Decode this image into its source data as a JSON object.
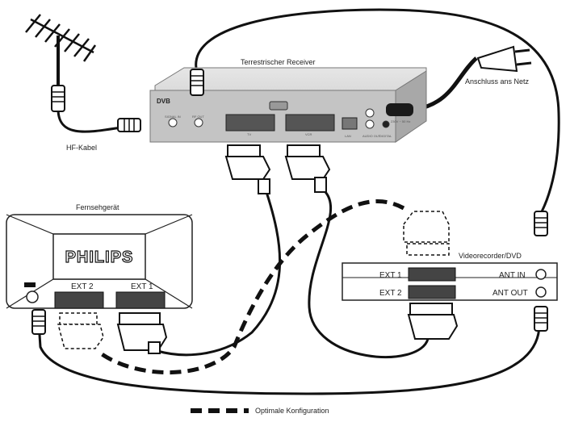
{
  "labels": {
    "receiver": "Terrestrischer Receiver",
    "mains": "Anschluss ans Netz",
    "hf_cable": "HF-Kabel",
    "tv": "Fernsehgerät",
    "vcr": "Videorecorder/DVD",
    "tv_ext2": "EXT 2",
    "tv_ext1": "EXT 1",
    "vcr_ext1": "EXT 1",
    "vcr_ext2": "EXT 2",
    "ant_in": "ANT IN",
    "ant_out": "ANT OUT",
    "brand": "PHILIPS",
    "legend": "Optimale Konfiguration"
  },
  "receiver_panel": {
    "logo": "DVB",
    "rf_in": "SIGNAL IN",
    "rf_out": "RF OUT",
    "tv_port": "TV",
    "vcr_port": "VCR",
    "lan": "LAN",
    "audio": "AUDIO OUT",
    "optical": "DIGITAL",
    "power": "230V ~ 50 Hz"
  },
  "colors": {
    "line": "#111111",
    "device_fill": "#ffffff",
    "receiver_body": "#d4d4d4",
    "receiver_front": "#bcbcbc"
  }
}
